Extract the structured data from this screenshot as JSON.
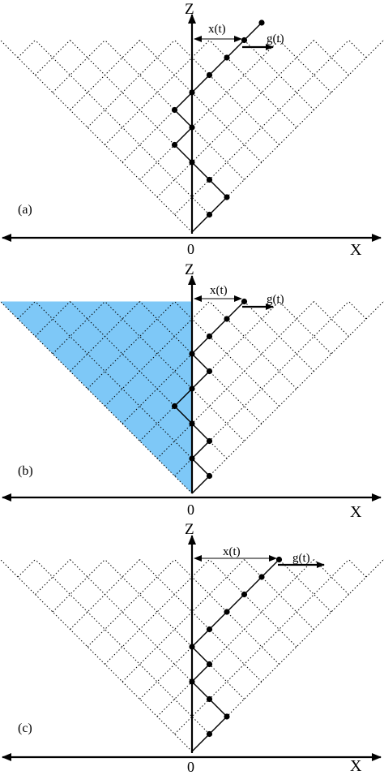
{
  "colors": {
    "shade": "#7ec8f7",
    "ink": "#000000"
  },
  "axis_labels": {
    "z": "Z",
    "x": "X",
    "origin": "0",
    "x_of_t": "x(t)",
    "g_of_t": "g(t)"
  },
  "panels": [
    {
      "id": "a",
      "label": "(a)",
      "shaded_left_cone": false,
      "walk": [
        [
          1,
          1
        ],
        [
          2,
          2
        ],
        [
          1,
          3
        ],
        [
          0,
          4
        ],
        [
          -1,
          5
        ],
        [
          0,
          6
        ],
        [
          -1,
          7
        ],
        [
          0,
          8
        ],
        [
          1,
          9
        ],
        [
          2,
          10
        ],
        [
          3,
          11
        ],
        [
          4,
          12
        ]
      ]
    },
    {
      "id": "b",
      "label": "(b)",
      "shaded_left_cone": true,
      "walk": [
        [
          1,
          1
        ],
        [
          0,
          2
        ],
        [
          1,
          3
        ],
        [
          0,
          4
        ],
        [
          -1,
          5
        ],
        [
          0,
          6
        ],
        [
          1,
          7
        ],
        [
          0,
          8
        ],
        [
          1,
          9
        ],
        [
          2,
          10
        ],
        [
          3,
          11
        ]
      ]
    },
    {
      "id": "c",
      "label": "(c)",
      "shaded_left_cone": false,
      "walk": [
        [
          1,
          1
        ],
        [
          2,
          2
        ],
        [
          1,
          3
        ],
        [
          0,
          4
        ],
        [
          1,
          5
        ],
        [
          0,
          6
        ],
        [
          1,
          7
        ],
        [
          2,
          8
        ],
        [
          3,
          9
        ],
        [
          4,
          10
        ],
        [
          5,
          11
        ]
      ]
    }
  ]
}
